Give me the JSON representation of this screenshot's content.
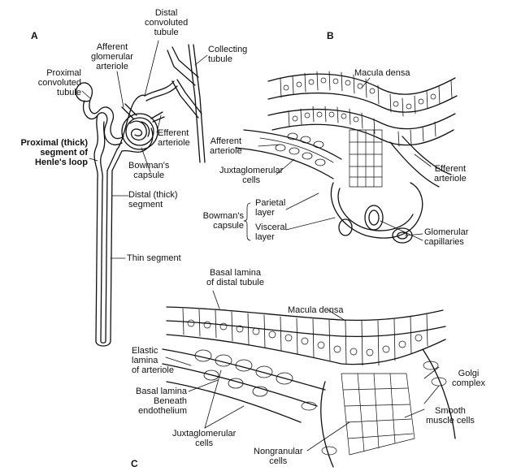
{
  "panels": {
    "a": "A",
    "b": "B",
    "c": "C"
  },
  "panel_a": {
    "distal_convoluted_tubule": [
      "Distal",
      "convoluted",
      "tubule"
    ],
    "afferent_glomerular_arteriole": [
      "Afferent",
      "glomerular",
      "arteriole"
    ],
    "collecting_tubule": [
      "Collecting",
      "tubule"
    ],
    "proximal_convoluted_tubule": [
      "Proximal",
      "convoluted",
      "tubule"
    ],
    "efferent_arteriole": [
      "Efferent",
      "arteriole"
    ],
    "proximal_thick_segment": [
      "Proximal (thick)",
      "segment of",
      "Henle's loop"
    ],
    "bowmans_capsule": [
      "Bowman's",
      "capsule"
    ],
    "distal_thick_segment": [
      "Distal (thick)",
      "segment"
    ],
    "thin_segment": "Thin segment"
  },
  "panel_b": {
    "macula_densa": "Macula densa",
    "afferent_arteriole": [
      "Afferent",
      "arteriole"
    ],
    "juxtaglomerular_cells": [
      "Juxtaglomerular",
      "cells"
    ],
    "efferent_arteriole": [
      "Efferent",
      "arteriole"
    ],
    "parietal_layer": [
      "Parietal",
      "layer"
    ],
    "bowmans_capsule": [
      "Bowman's",
      "capsule"
    ],
    "visceral_layer": [
      "Visceral",
      "layer"
    ],
    "glomerular_capillaries": [
      "Glomerular",
      "capillaries"
    ]
  },
  "panel_c": {
    "basal_lamina_distal": [
      "Basal lamina",
      "of distal tubule"
    ],
    "macula_densa": "Macula densa",
    "elastic_lamina": [
      "Elastic",
      "lamina",
      "of arteriole"
    ],
    "basal_lamina_endothelium": [
      "Basal lamina",
      "Beneath",
      "endothelium"
    ],
    "golgi_complex": [
      "Golgi",
      "complex"
    ],
    "smooth_muscle_cells": [
      "Smooth",
      "muscle cells"
    ],
    "juxtaglomerular_cells": [
      "Juxtaglomerular",
      "cells"
    ],
    "nongranular_cells": [
      "Nongranular",
      "cells"
    ]
  }
}
